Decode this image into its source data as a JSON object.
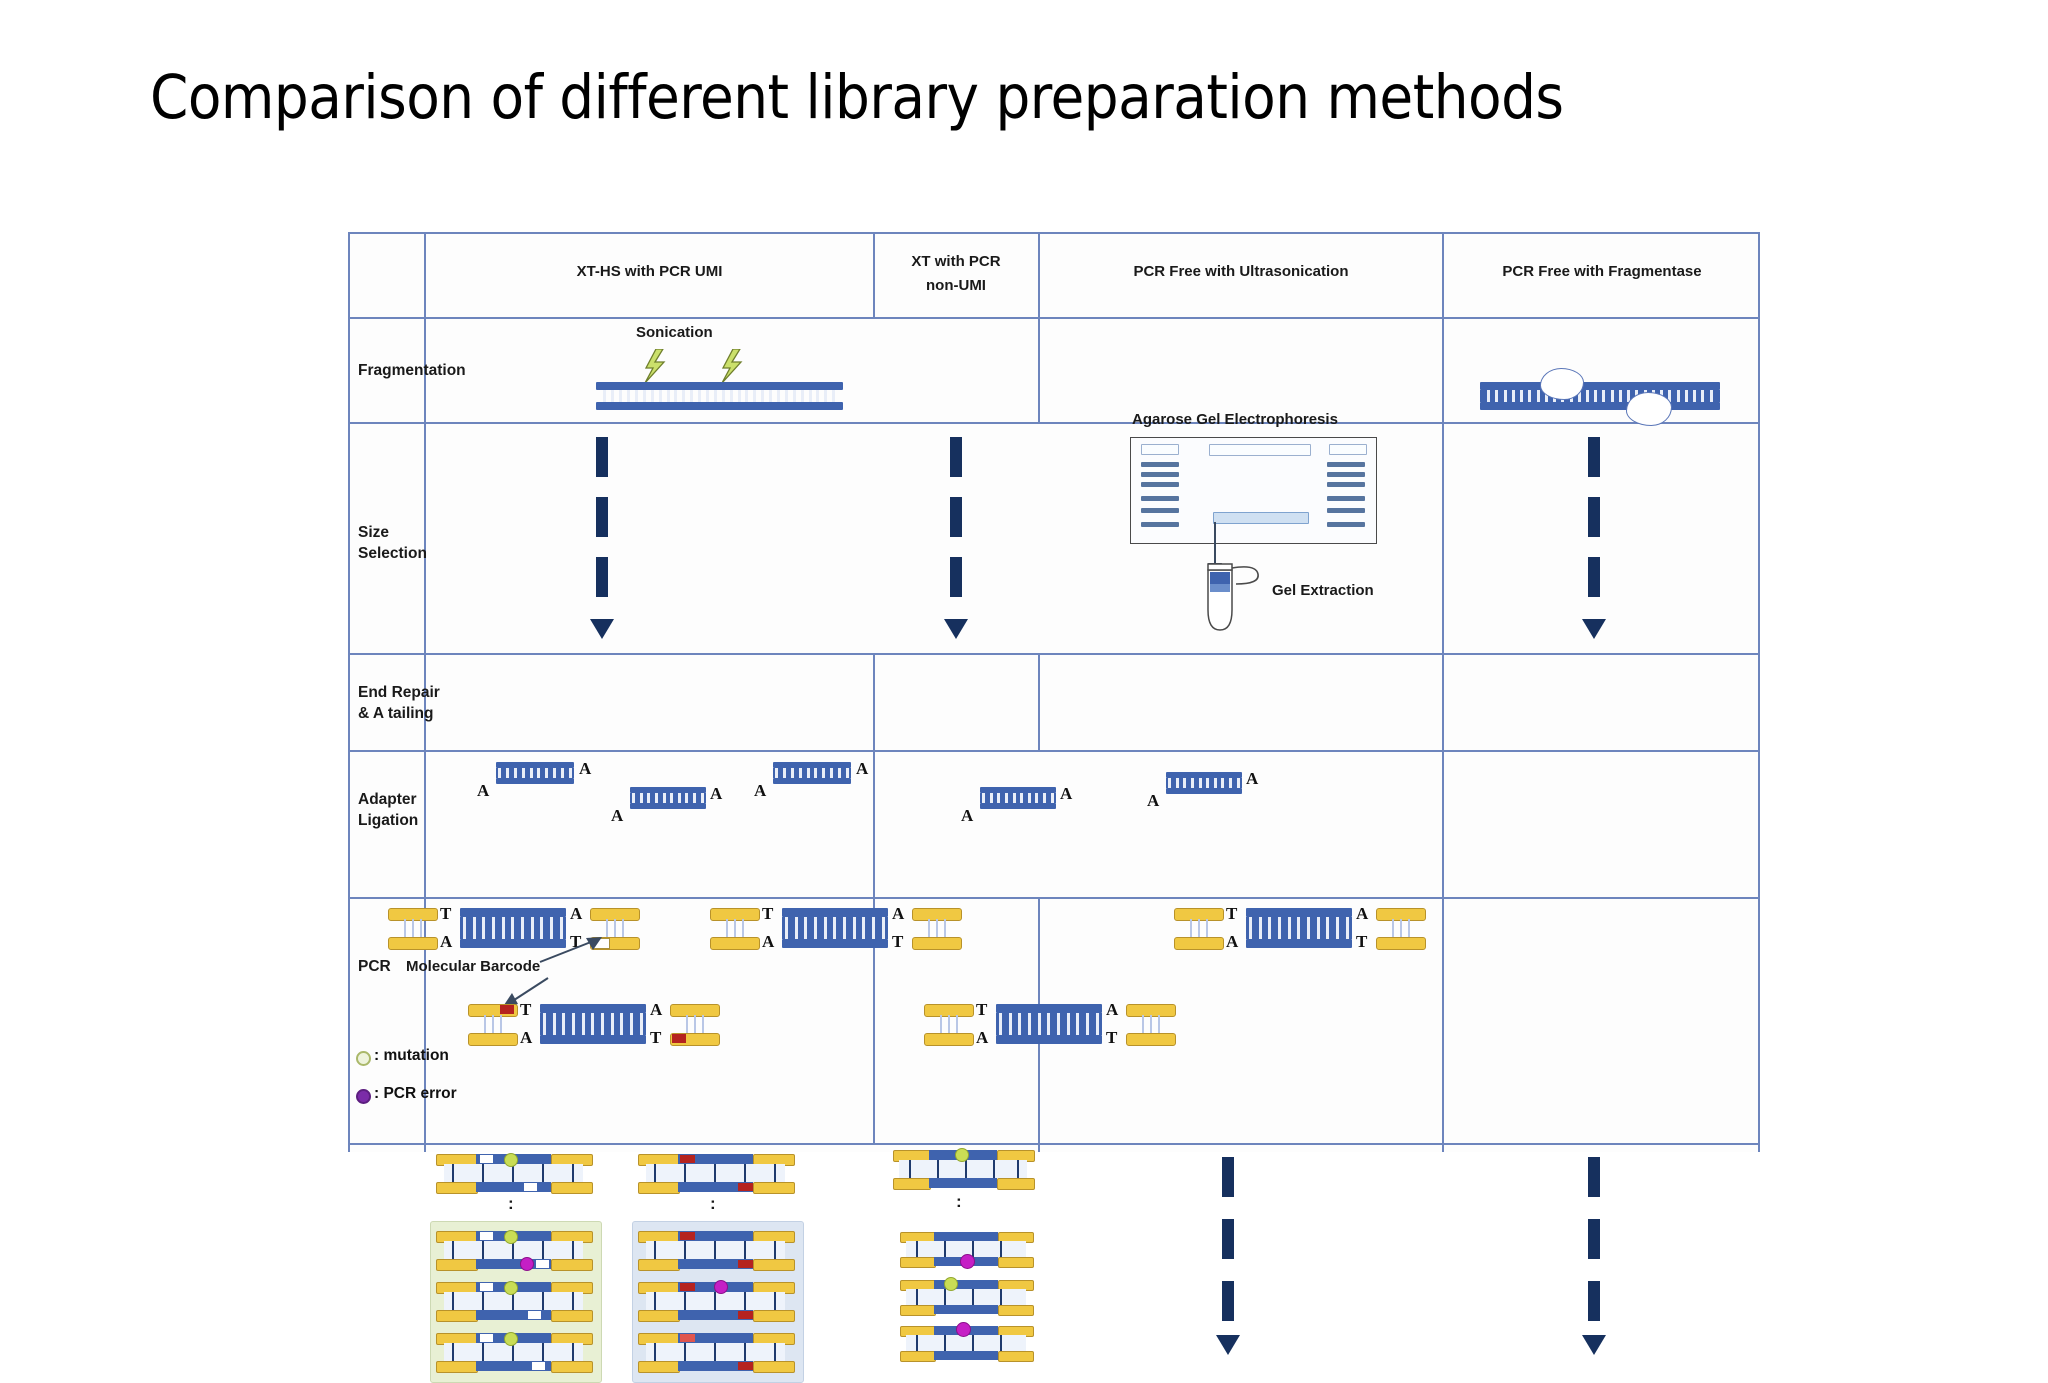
{
  "slide": {
    "title": "Comparison of different library preparation methods"
  },
  "table": {
    "corner_label": "",
    "columns": [
      {
        "id": "xths-umi",
        "label": "XT-HS with PCR UMI"
      },
      {
        "id": "xt-non-umi",
        "label": "XT with PCR\nnon-UMI"
      },
      {
        "id": "pcrfree-us",
        "label": "PCR Free with Ultrasonication"
      },
      {
        "id": "pcrfree-fr",
        "label": "PCR Free with Fragmentase"
      }
    ],
    "column_labels_flat": [
      "XT-HS with PCR UMI",
      "XT with PCR",
      "non-UMI",
      "PCR Free with Ultrasonication",
      "PCR Free with Fragmentase"
    ],
    "rows": [
      {
        "id": "fragmentation",
        "label": "Fragmentation"
      },
      {
        "id": "size-selection",
        "label": "Size\nSelection",
        "label_line1": "Size",
        "label_line2": "Selection"
      },
      {
        "id": "end-repair",
        "label": "End Repair\n& A tailing",
        "label_line1": "End Repair",
        "label_line2": "& A tailing"
      },
      {
        "id": "adapter-ligation",
        "label": "Adapter\nLigation",
        "label_line1": "Adapter",
        "label_line2": "Ligation"
      },
      {
        "id": "pcr",
        "label": "PCR"
      }
    ]
  },
  "annotations": {
    "sonication": "Sonication",
    "agarose_gel": "Agarose Gel Electrophoresis",
    "gel_extraction": "Gel Extraction",
    "molecular_barcode": "Molecular Barcode",
    "base_a": "A",
    "base_t": "T",
    "vertical_dots": "⋮"
  },
  "legend": {
    "items": [
      {
        "symbol": "mutation-circle",
        "text": ": mutation",
        "color": "#aab86a"
      },
      {
        "symbol": "pcr-error-circle",
        "text": ": PCR error",
        "color": "#7b2ca8"
      }
    ]
  },
  "colors": {
    "dna_blue": "#3f63ae",
    "adapter_yellow": "#f0c842",
    "arrow_navy": "#16305e",
    "grid_blue": "#6d85bd",
    "mutation_green": "#c9dd55",
    "pcr_error_purple": "#c51fc5",
    "barcode_red": "#b5231f",
    "family_green_bg": "#e8f0d4",
    "family_blue_bg": "#dde6f2"
  }
}
